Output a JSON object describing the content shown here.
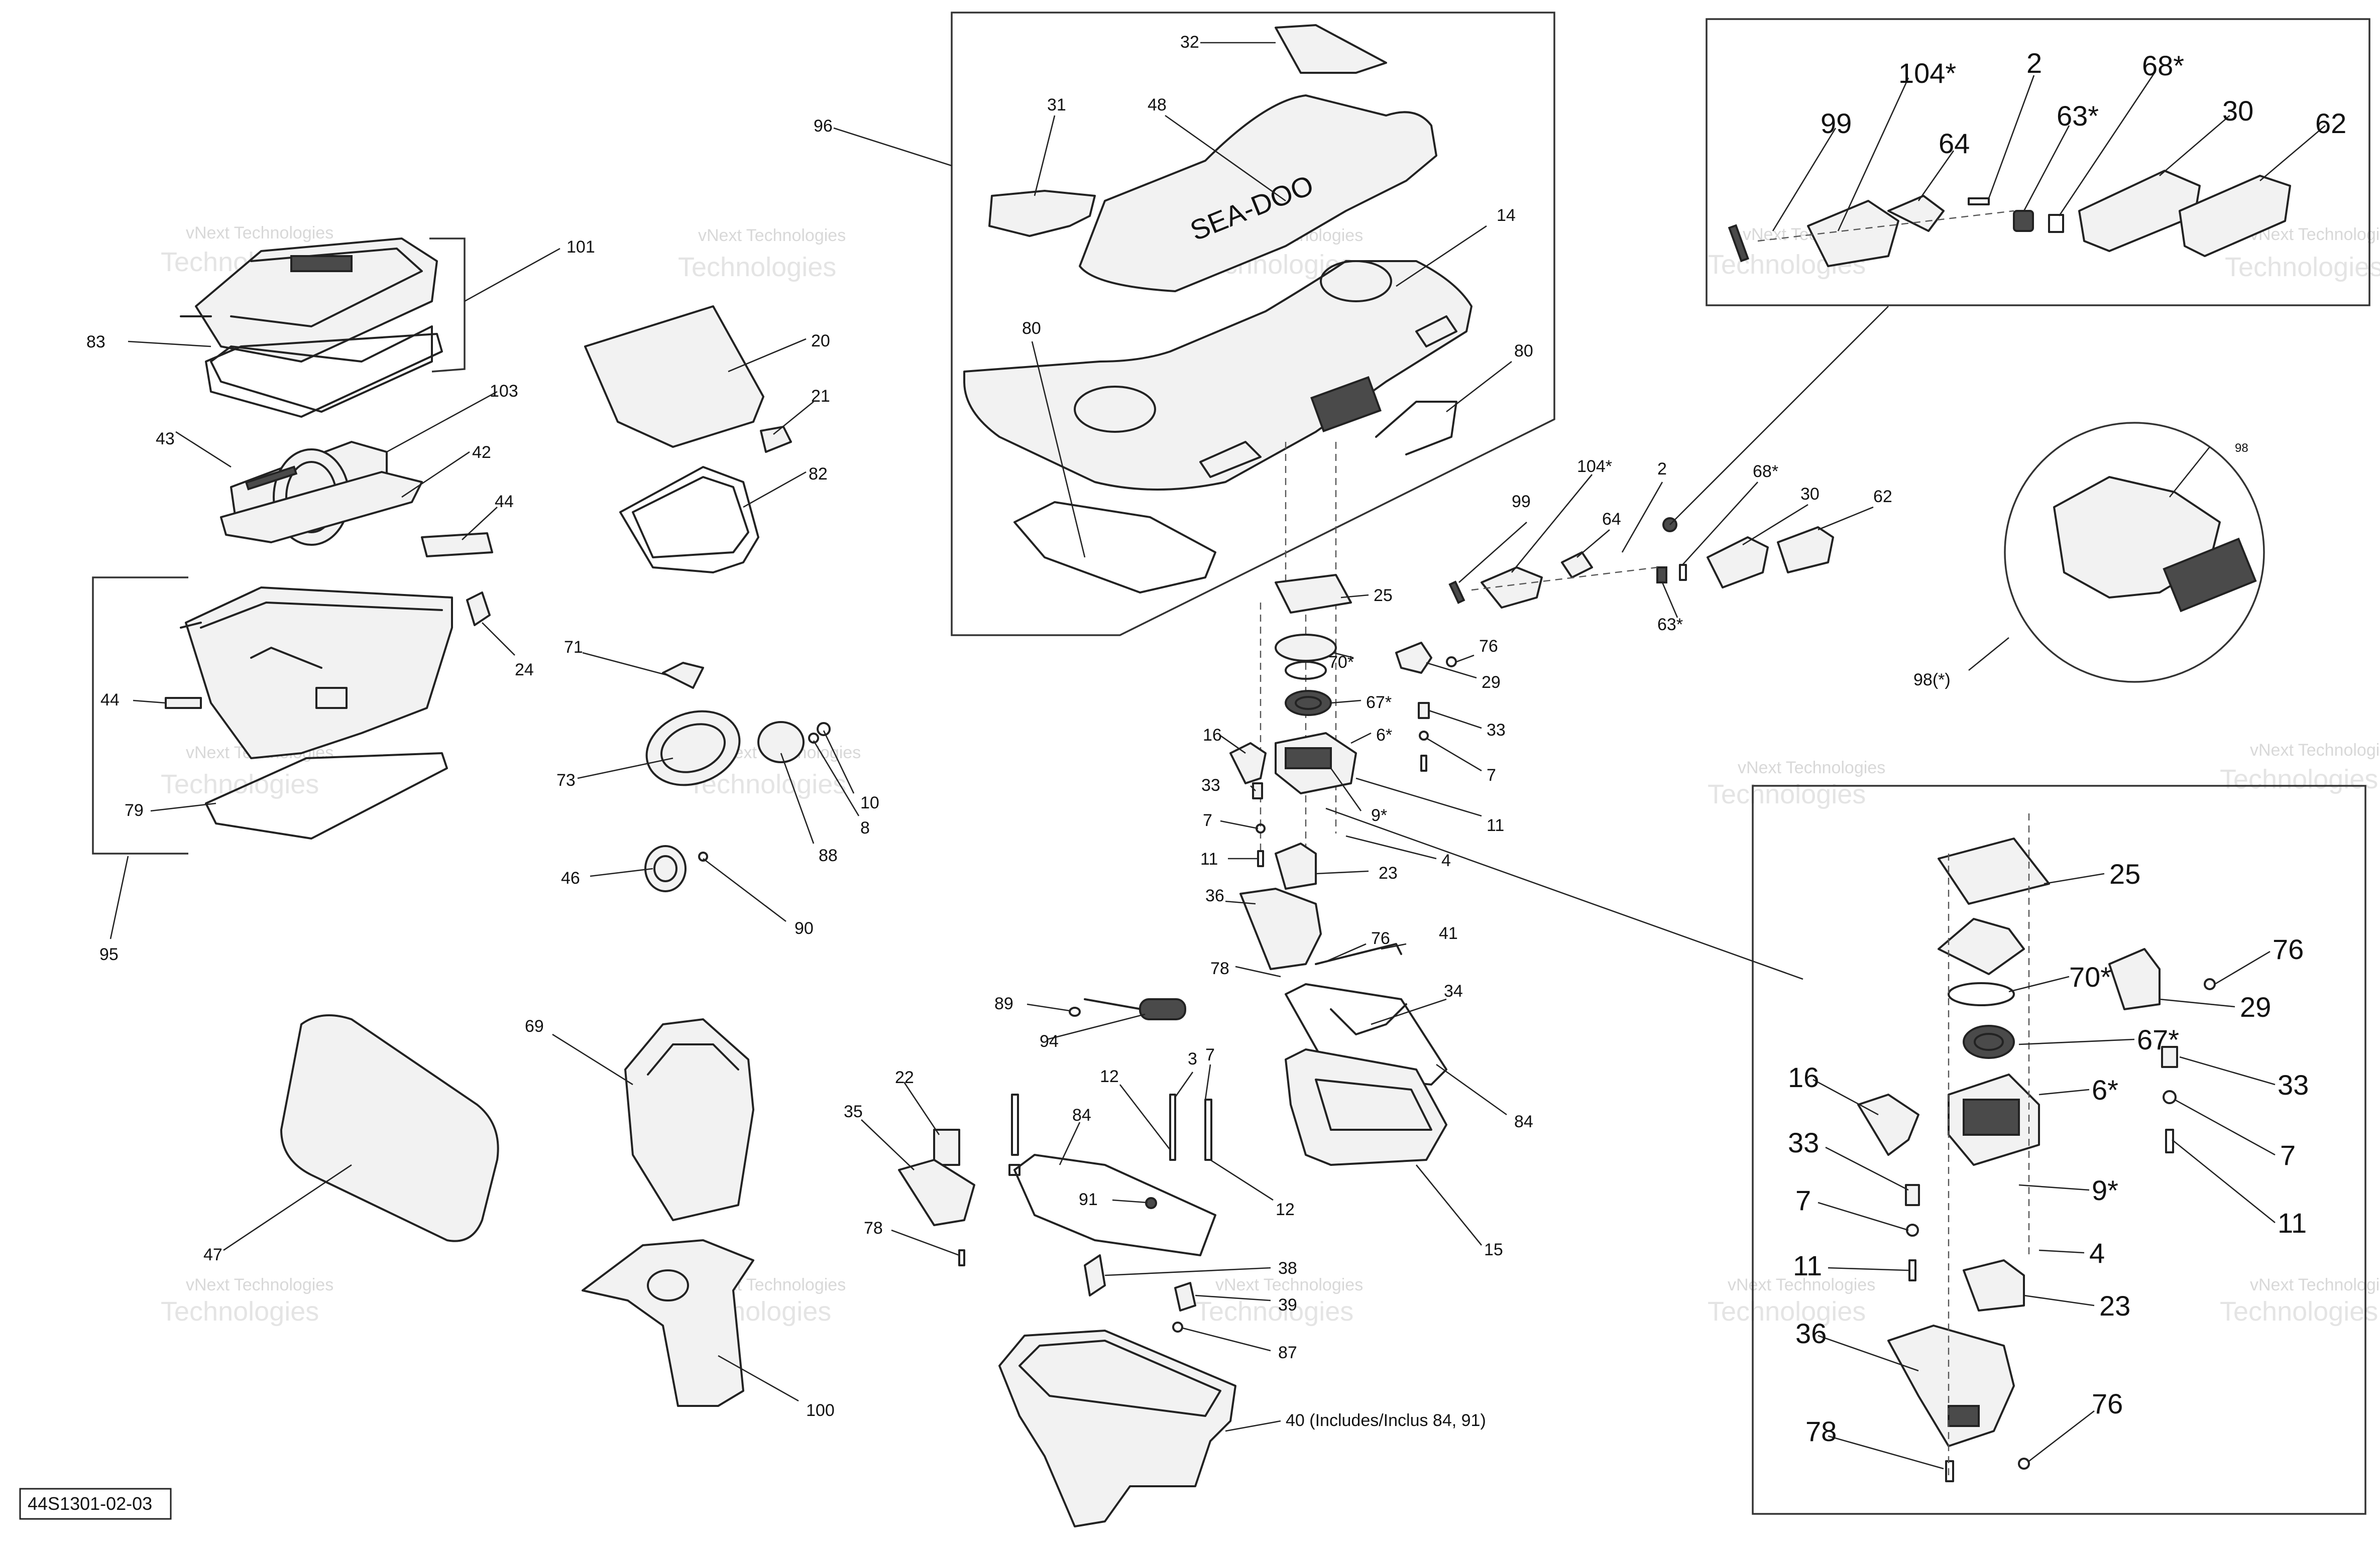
{
  "drawing_code": "44S1301-02-03",
  "watermark_line1": "vNext Technologies",
  "watermark_line2": "Technologies",
  "cover_logo": "SEA-DOO",
  "labels": {
    "l101": "101",
    "l83": "83",
    "l103": "103",
    "l43": "43",
    "l42": "42",
    "l44a": "44",
    "l24": "24",
    "l44b": "44",
    "l79": "79",
    "l95": "95",
    "l20": "20",
    "l21": "21",
    "l82": "82",
    "l71": "71",
    "l73": "73",
    "l10": "10",
    "l8": "8",
    "l88": "88",
    "l46": "46",
    "l90": "90",
    "l47": "47",
    "l69": "69",
    "l100": "100",
    "l96": "96",
    "l32": "32",
    "l31": "31",
    "l48": "48",
    "l14": "14",
    "l80a": "80",
    "l80b": "80",
    "l25": "25",
    "l76": "76",
    "l70": "70*",
    "l29": "29",
    "l67": "67*",
    "l33": "33",
    "l6": "6*",
    "l16": "16",
    "l7a": "7",
    "l33b": "33",
    "l9": "9*",
    "l11": "11",
    "l7b": "7",
    "l4": "4",
    "l11b": "11",
    "l23": "23",
    "l36": "36",
    "l76b": "76",
    "l41": "41",
    "l78": "78",
    "l34": "34",
    "l84": "84",
    "l15": "15",
    "l89": "89",
    "l94": "94",
    "l22": "22",
    "l35": "35",
    "l78b": "78",
    "l84b": "84",
    "l12": "12",
    "l3": "3",
    "l7c": "7",
    "l12b": "12",
    "l91": "91",
    "l38": "38",
    "l39": "39",
    "l87": "87",
    "l40": "40 (Includes/Inclus 84, 91)",
    "l99": "99",
    "l104": "104*",
    "l2": "2",
    "l64": "64",
    "l68": "68*",
    "l30": "30",
    "l62": "62",
    "l63": "63*",
    "l98": "98",
    "l98b": "98(*)"
  },
  "inset_top_labels": {
    "l99": "99",
    "l104": "104*",
    "l2": "2",
    "l64": "64",
    "l68": "68*",
    "l63": "63*",
    "l30": "30",
    "l62": "62"
  },
  "inset_bottom_labels": {
    "l25": "25",
    "l70": "70*",
    "l76": "76",
    "l29": "29",
    "l67": "67*",
    "l33": "33",
    "l16": "16",
    "l6": "6*",
    "l33b": "33",
    "l7": "7",
    "l9": "9*",
    "l7b": "7",
    "l11": "11",
    "l4": "4",
    "l11b": "11",
    "l23": "23",
    "l36": "36",
    "l76b": "76",
    "l78": "78"
  }
}
